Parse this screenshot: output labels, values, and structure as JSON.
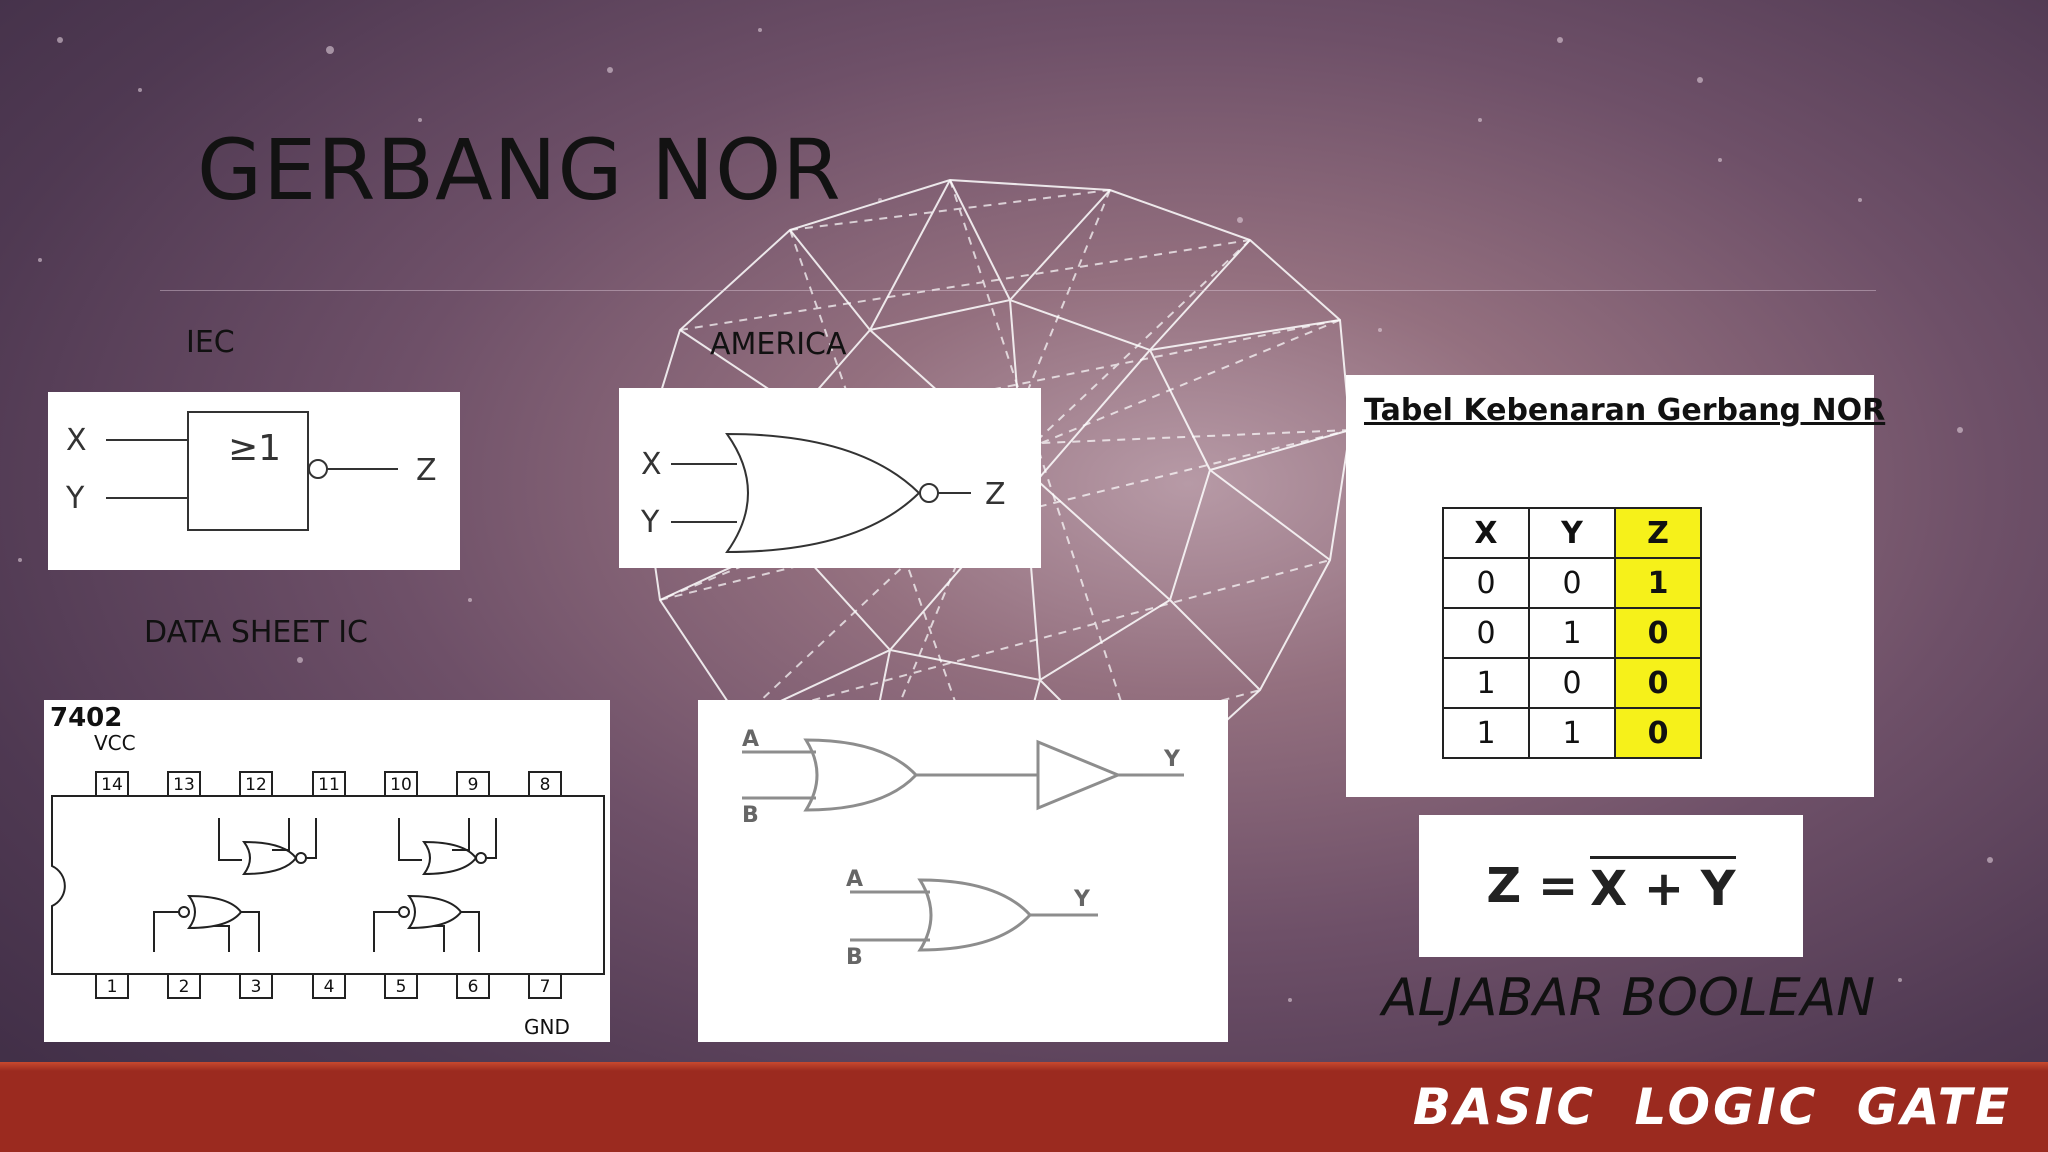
{
  "slide": {
    "title": "GERBANG NOR",
    "labels": {
      "iec": "IEC",
      "america": "AMERICA",
      "datasheet": "DATA SHEET IC"
    },
    "iec_symbol": {
      "input_x": "X",
      "input_y": "Y",
      "output": "Z",
      "gate_mark": "≥1"
    },
    "america_symbol": {
      "input_x": "X",
      "input_y": "Y",
      "output": "Z"
    },
    "datasheet": {
      "part": "7402",
      "vcc": "VCC",
      "gnd": "GND",
      "top_pins": [
        "14",
        "13",
        "12",
        "11",
        "10",
        "9",
        "8"
      ],
      "bottom_pins": [
        "1",
        "2",
        "3",
        "4",
        "5",
        "6",
        "7"
      ]
    },
    "equivalent": {
      "a1": "A",
      "b1": "B",
      "y1": "Y",
      "a2": "A",
      "b2": "B",
      "y2": "Y"
    },
    "truth_table": {
      "title": "Tabel Kebenaran Gerbang NOR",
      "headers": [
        "X",
        "Y",
        "Z"
      ],
      "rows": [
        [
          "0",
          "0",
          "1"
        ],
        [
          "0",
          "1",
          "0"
        ],
        [
          "1",
          "0",
          "0"
        ],
        [
          "1",
          "1",
          "0"
        ]
      ]
    },
    "formula": {
      "lhs": "Z =",
      "rhs": "X + Y"
    },
    "boolean_caption": "ALJABAR BOOLEAN",
    "footer": "BASIC LOGIC GATE",
    "colors": {
      "footer": "#9b2a1f",
      "highlight": "#f6f11a"
    }
  }
}
